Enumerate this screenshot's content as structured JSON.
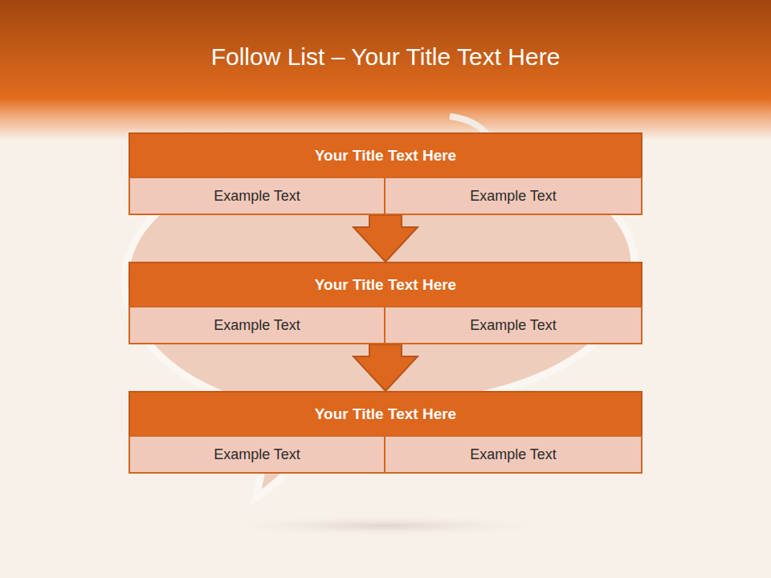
{
  "diagram": {
    "title": "Follow List – Your Title Text Here",
    "nodes": [
      {
        "text": [
          "Your Title Text Here"
        ]
      },
      {
        "text": [
          "Example Text"
        ],
        "in": 0
      },
      {
        "text": [
          "Example Text"
        ],
        "in": 0
      },
      {
        "text": [
          "Your Title Text Here"
        ]
      },
      {
        "text": [
          "Example Text"
        ],
        "in": 3
      },
      {
        "text": [
          "Example Text"
        ],
        "in": 3
      },
      {
        "text": [
          "Your Title Text Here"
        ]
      },
      {
        "text": [
          "Example Text"
        ],
        "in": 6
      },
      {
        "text": [
          "Example Text"
        ],
        "in": 6
      }
    ],
    "edges": [
      {
        "from": 0,
        "to": 3,
        "arrow": "to"
      },
      {
        "from": 3,
        "to": 6,
        "arrow": "to"
      }
    ]
  }
}
